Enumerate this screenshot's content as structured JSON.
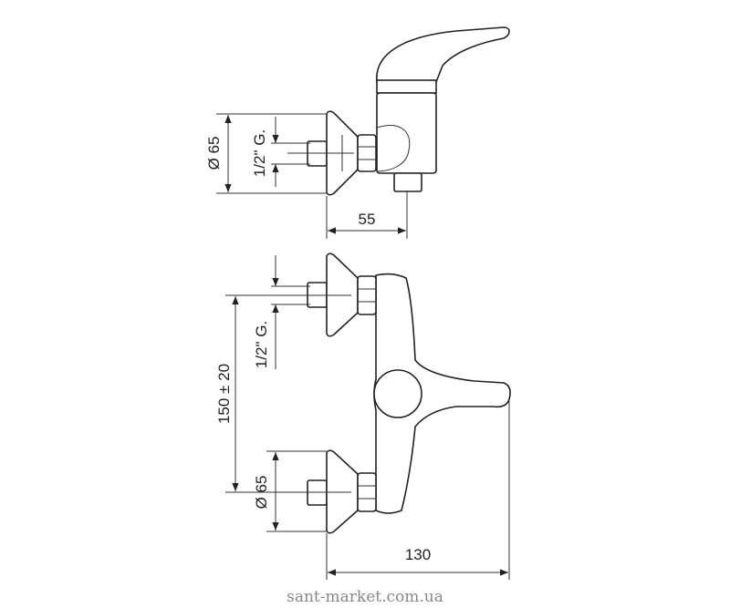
{
  "drawing": {
    "side_view": {
      "diameter_label": "Ø 65",
      "thread_label": "1/2\" G.",
      "depth_label": "55"
    },
    "front_view": {
      "thread_label": "1/2\" G.",
      "spacing_label": "150 ± 20",
      "diameter_label": "Ø 65",
      "width_label": "130"
    },
    "watermark": "sant-market.com.ua"
  }
}
